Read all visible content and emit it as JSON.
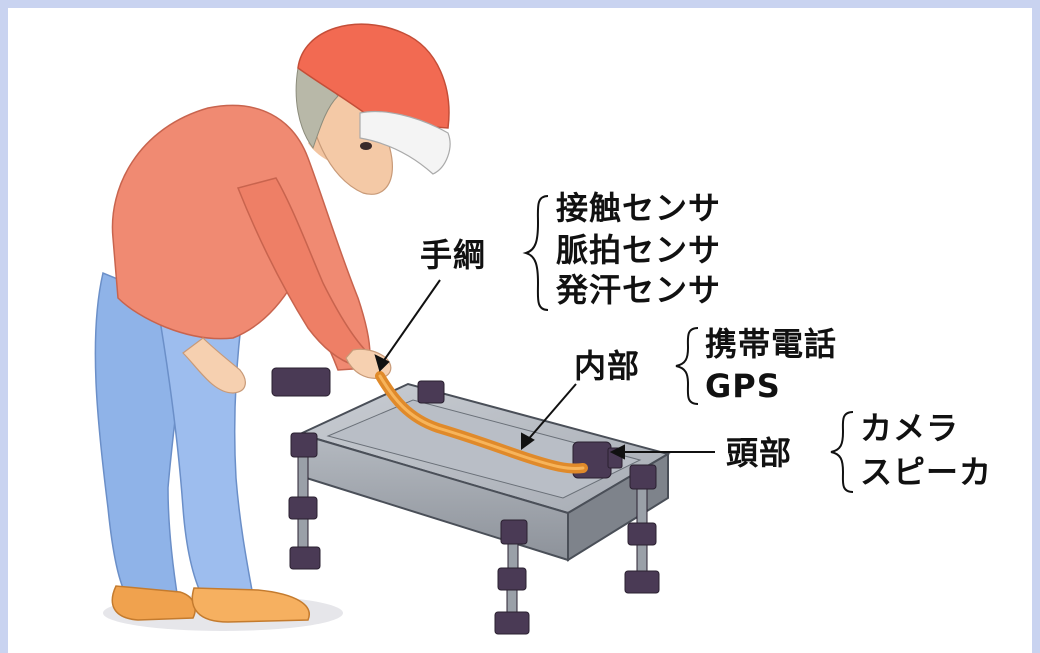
{
  "labels": {
    "tazuna": "手綱",
    "tazuna_items": [
      "接触センサ",
      "脈拍センサ",
      "発汗センサ"
    ],
    "naibu": "内部",
    "naibu_items": [
      "携帯電話",
      "GPS"
    ],
    "toubu": "頭部",
    "toubu_items": [
      "カメラ",
      "スピーカ"
    ]
  },
  "colors": {
    "frame": "#c9d3f0",
    "shirt": "#f08a72",
    "helmet": "#f26a52",
    "jeans": "#8fb3e8",
    "leash": "#e08a2a",
    "robot_body": "#9aa0a8",
    "servo": "#4a3a55"
  }
}
